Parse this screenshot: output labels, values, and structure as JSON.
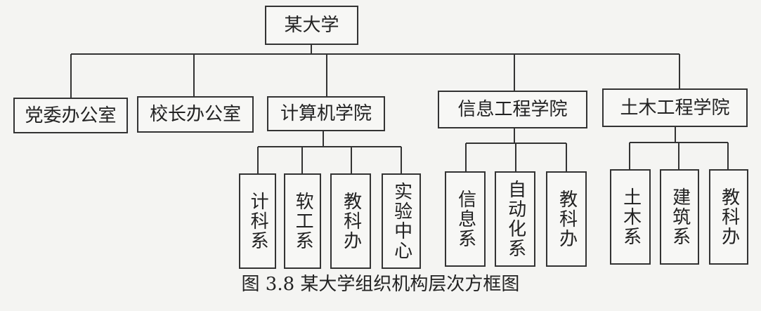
{
  "diagram": {
    "root": {
      "label": "某大学"
    },
    "departments": [
      {
        "label": "党委办公室",
        "children": []
      },
      {
        "label": "校长办公室",
        "children": []
      },
      {
        "label": "计算机学院",
        "children": [
          "计科系",
          "软工系",
          "教科办",
          "实验中心"
        ]
      },
      {
        "label": "信息工程学院",
        "children": [
          "信息系",
          "自动化系",
          "教科办"
        ]
      },
      {
        "label": "土木工程学院",
        "children": [
          "土木系",
          "建筑系",
          "教科办"
        ]
      }
    ]
  },
  "caption": "图 3.8   某大学组织机构层次方框图"
}
